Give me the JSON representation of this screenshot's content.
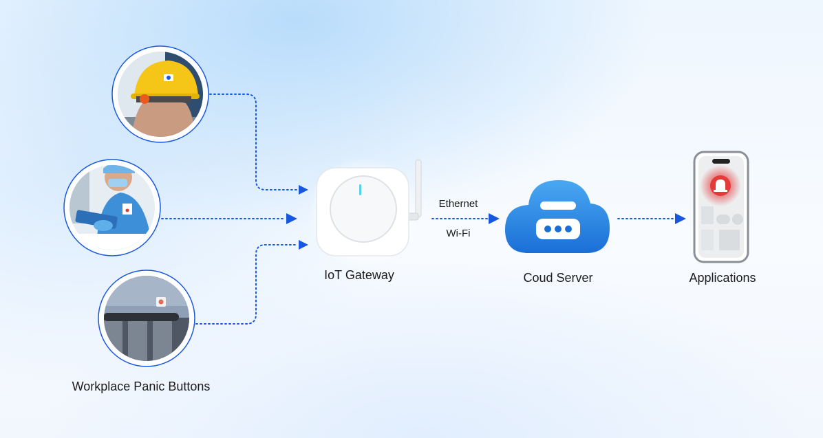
{
  "labels": {
    "source_group": "Workplace Panic Buttons",
    "gateway": "IoT Gateway",
    "connection_top": "Ethernet",
    "connection_bottom": "Wi-Fi",
    "cloud": "Coud Server",
    "applications": "Applications"
  },
  "colors": {
    "accent": "#1857e0",
    "cloud_top": "#4aa8f2",
    "cloud_bottom": "#1a6fd6",
    "alert": "#e53a3a"
  },
  "icons": [
    "hard-hat-worker-photo",
    "nurse-photo",
    "wall-panic-button-photo",
    "iot-gateway-device",
    "cloud-server-icon",
    "smartphone-alert-icon"
  ]
}
